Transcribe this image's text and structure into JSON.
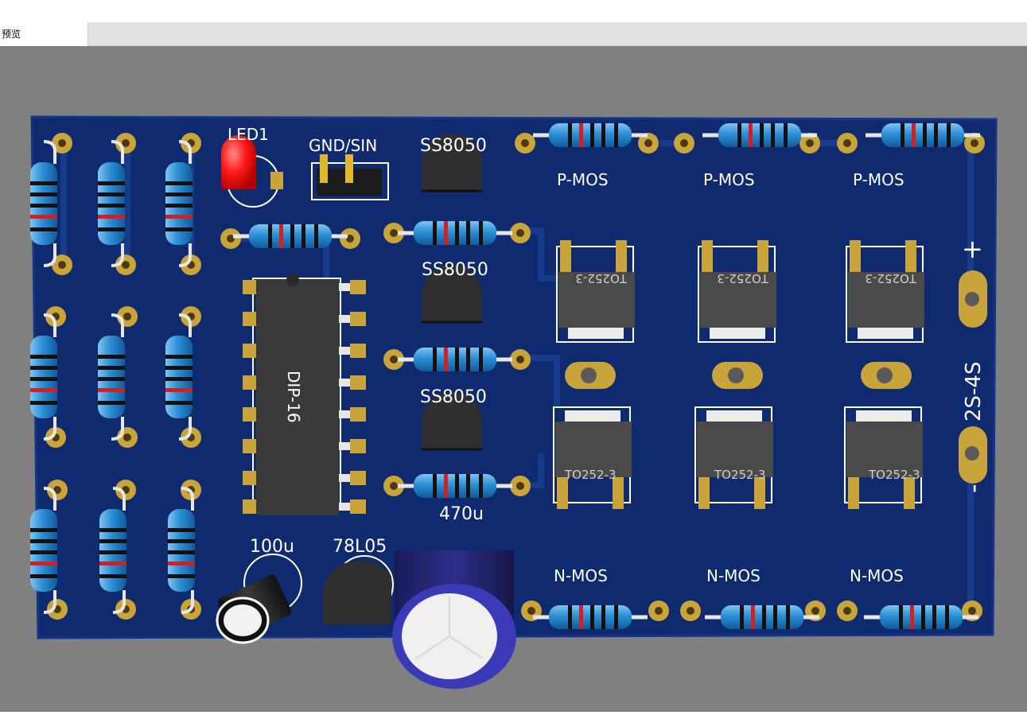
{
  "window": {
    "title": ""
  },
  "tabs": [
    {
      "label": "预览"
    }
  ],
  "colors": {
    "viewport_bg": "#808080",
    "board": "#0f2a6e",
    "pad_gold": "#c9a43a",
    "silkscreen": "#ffffff",
    "resistor_body": "#2b8fd6",
    "led": "#ff2020",
    "ic_body": "#3a3a3a"
  },
  "icons": [
    "resistor-icon",
    "led-icon",
    "capacitor-icon",
    "transistor-icon",
    "mosfet-icon"
  ],
  "pcb": {
    "labels": {
      "led": "LED1",
      "header": "GND/SIN",
      "transistor_1": "SS8050",
      "transistor_2": "SS8050",
      "transistor_3": "SS8050",
      "pmos_1": "P-MOS",
      "pmos_2": "P-MOS",
      "pmos_3": "P-MOS",
      "nmos_1": "N-MOS",
      "nmos_2": "N-MOS",
      "nmos_3": "N-MOS",
      "ic": "DIP-16",
      "cap_small": "100u",
      "regulator": "78L05",
      "cap_large": "470u",
      "voltage": "2S-4S",
      "plus": "+",
      "minus": "-",
      "pkg_top_1": "TO252-3",
      "pkg_top_2": "TO252-3",
      "pkg_top_3": "TO252-3",
      "pkg_bot_1": "TO252-3",
      "pkg_bot_2": "TO252-3",
      "pkg_bot_3": "TO252-3"
    }
  }
}
